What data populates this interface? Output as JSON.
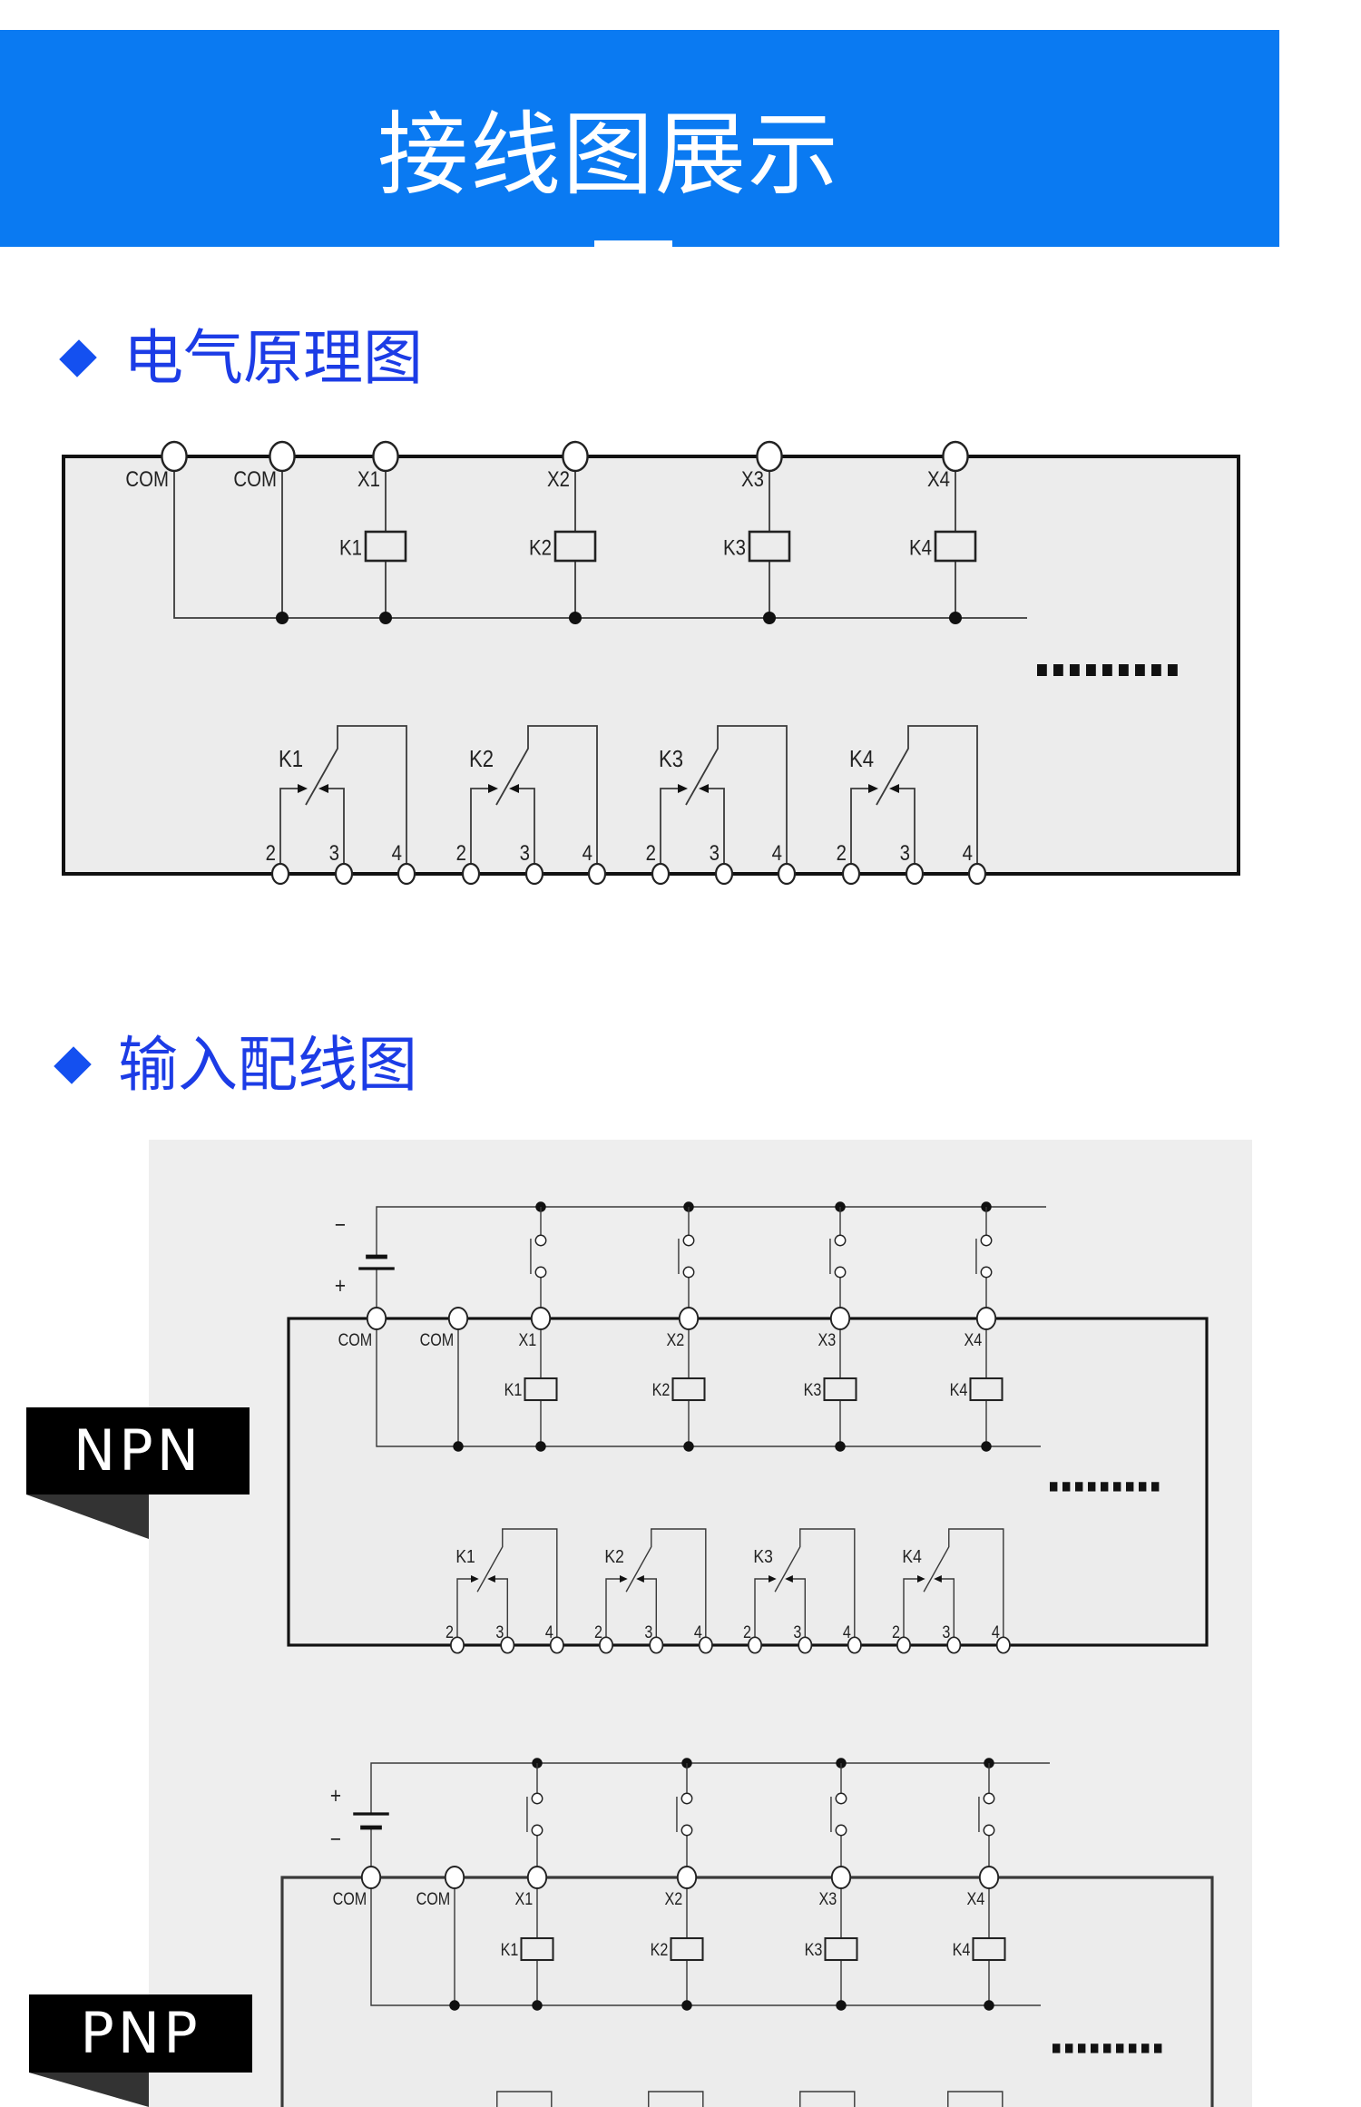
{
  "header": {
    "title": "接线图展示"
  },
  "section1": {
    "title": "电气原理图"
  },
  "section2": {
    "title": "输入配线图"
  },
  "schematic": {
    "terminals": [
      "COM",
      "COM",
      "X1",
      "X2",
      "X3",
      "X4"
    ],
    "coils": [
      "K1",
      "K2",
      "K3",
      "K4"
    ],
    "contacts": [
      "K1",
      "K2",
      "K3",
      "K4"
    ],
    "pins": [
      "2",
      "3",
      "4"
    ]
  },
  "npn": {
    "badge": "NPN",
    "supply": {
      "top_sign": "−",
      "bottom_sign": "+"
    },
    "terminals": [
      "COM",
      "COM",
      "X1",
      "X2",
      "X3",
      "X4"
    ],
    "coils": [
      "K1",
      "K2",
      "K3",
      "K4"
    ],
    "contacts": [
      "K1",
      "K2",
      "K3",
      "K4"
    ],
    "pins": [
      "2",
      "3",
      "4"
    ]
  },
  "pnp": {
    "badge": "PNP",
    "supply": {
      "top_sign": "+",
      "bottom_sign": "−"
    },
    "terminals": [
      "COM",
      "COM",
      "X1",
      "X2",
      "X3",
      "X4"
    ],
    "coils": [
      "K1",
      "K2",
      "K3",
      "K4"
    ]
  },
  "colors": {
    "banner": "#0a7af2",
    "heading": "#1c3ce6",
    "board": "#ececec",
    "panel": "#eeeeee"
  }
}
